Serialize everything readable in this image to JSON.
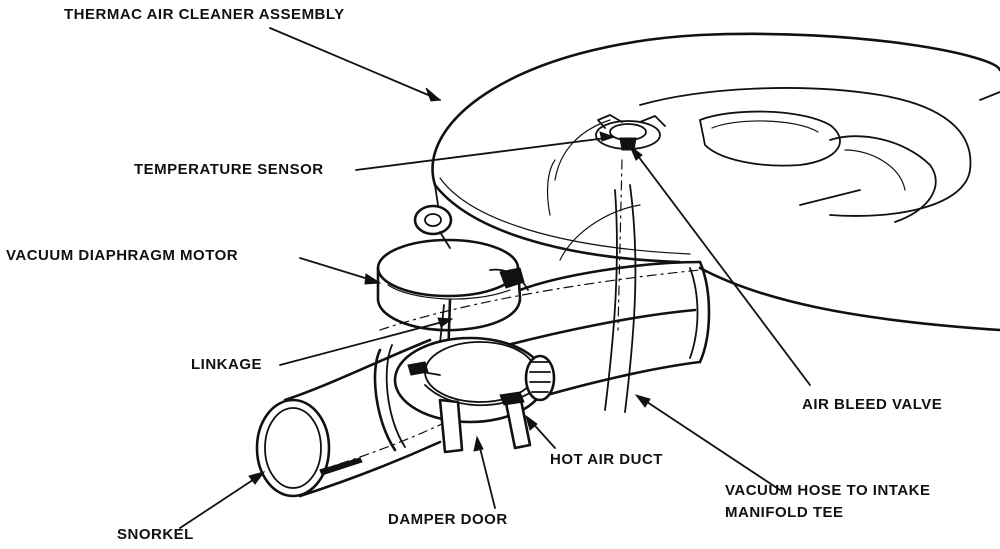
{
  "labels": {
    "thermac_air_cleaner_assembly": "THERMAC AIR CLEANER ASSEMBLY",
    "temperature_sensor": "TEMPERATURE SENSOR",
    "vacuum_diaphragm_motor": "VACUUM DIAPHRAGM MOTOR",
    "linkage": "LINKAGE",
    "air_bleed_valve": "AIR BLEED VALVE",
    "hot_air_duct": "HOT AIR DUCT",
    "vacuum_hose_line1": "VACUUM HOSE TO INTAKE",
    "vacuum_hose_line2": "MANIFOLD TEE",
    "damper_door": "DAMPER DOOR",
    "snorkel": "SNORKEL"
  }
}
